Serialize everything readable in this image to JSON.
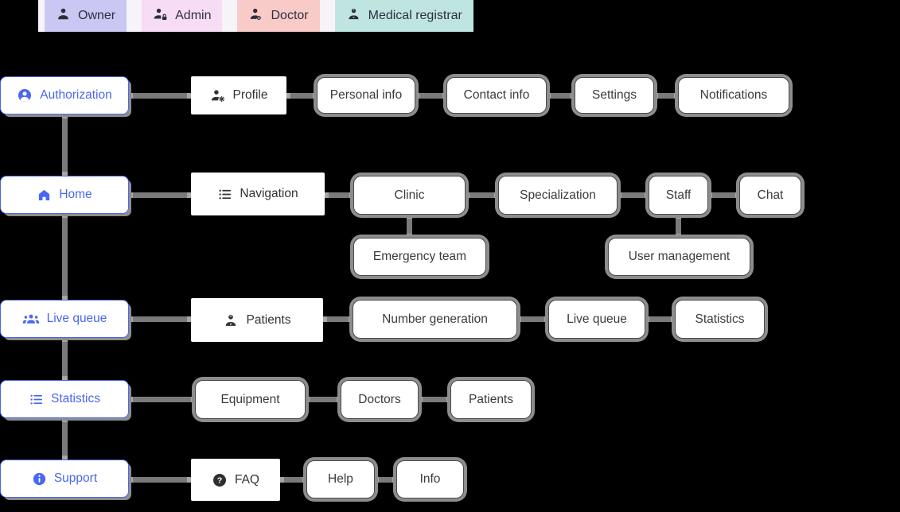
{
  "legend": {
    "owner": "Owner",
    "admin": "Admin",
    "doctor": "Doctor",
    "registrar": "Medical registrar"
  },
  "nodes": {
    "authorization": "Authorization",
    "home": "Home",
    "live_queue": "Live queue",
    "statistics": "Statistics",
    "support": "Support",
    "profile": "Profile",
    "navigation": "Navigation",
    "patients": "Patients",
    "faq": "FAQ",
    "personal_info": "Personal info",
    "contact_info": "Contact info",
    "settings": "Settings",
    "notifications": "Notifications",
    "clinic": "Clinic",
    "specialization": "Specialization",
    "staff": "Staff",
    "chat": "Chat",
    "emergency_team": "Emergency team",
    "user_management": "User management",
    "number_generation": "Number generation",
    "live_queue_sub": "Live queue",
    "statistics_sub": "Statistics",
    "equipment": "Equipment",
    "doctors": "Doctors",
    "patients_sub": "Patients",
    "help": "Help",
    "info": "Info"
  },
  "icons": {
    "authorization": "account-circle-icon",
    "home": "home-icon",
    "live_queue": "groups-icon",
    "statistics": "list-icon",
    "support": "info-icon",
    "profile": "manage-accounts-icon",
    "navigation": "list-icon",
    "patients": "person-badge-icon",
    "faq": "help-icon",
    "legend_owner": "person-icon",
    "legend_admin": "person-lock-icon",
    "legend_doctor": "person-stethoscope-icon",
    "legend_registrar": "person-badge-icon"
  },
  "colors": {
    "background": "#000000",
    "accent_blue": "#4a67f2",
    "node_border": "#4a4a4a",
    "node_text": "#3b3b40",
    "connector": "#7a7a7a",
    "shadow_ring": "#8d8d8d",
    "legend_strip": "#f6f4f8",
    "owner_chip": "#cac7f3",
    "admin_chip": "#f7dcf6",
    "doctor_chip": "#f8cbc9",
    "registrar_chip": "#bfe5e1",
    "legend_text": "#2f2f3e"
  }
}
